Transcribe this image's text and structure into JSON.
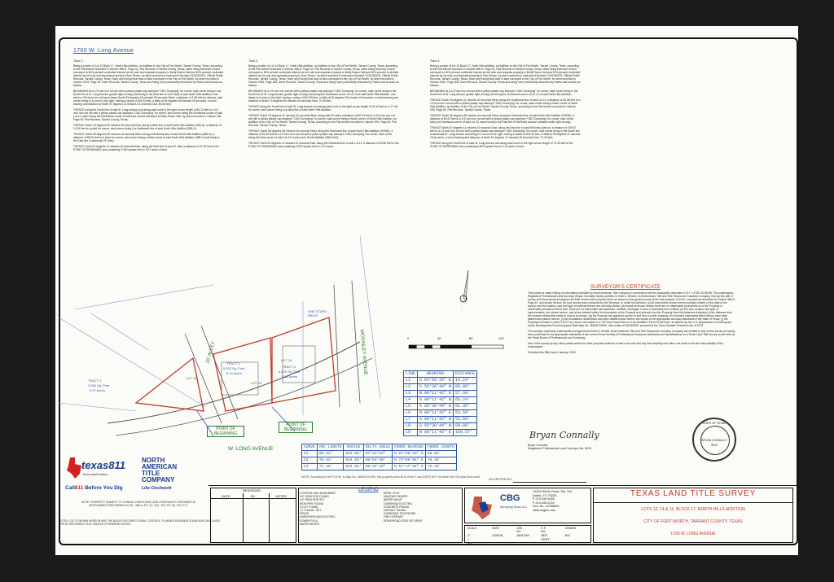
{
  "address_title": "1700 W. Long Avenue",
  "tract1": {
    "heading": "Tract 1:",
    "p1": "Being a portion of Lot 13 Block 17, North Hills Addition, an Addition to the City of Fort Worth, Tarrant County, Texas, according to the Plat thereof recorded in Volume 388-H, Page 42, Plat Records of Tarrant County, Texas, same being that tract of land conveyed to 50% percent undivided interest as her sole and separate property to Betty Rosen Hall and 50% percent undivided interest as his sole and separate property to Sam Rosen, by deed recorded in Instrument Number D215183475, Official Public Records, Tarrant County, Texas. Save and Except that tract of land conveyed to the City of Fort Worth, by deed recorded in Volume 2024, Page 63, Deed Records, Tarrant County, Texas and being more particularly described by metes and bounds as follows:",
    "p2": "BEGINNING at a 1/2 inch iron rod set with a yellow plastic cap stamped \"CBG Surveying\" for corner, said corner being in the South line of W. Long Avenue (public right-of-way) and being in the East line of a 20' alley of said North Hills Addition, from which a 3/4 inch iron rod found bears South 33 degrees 16 minutes 36 seconds West, a distance of 2.38 feet for witness, said corner being in a curve to the right, having a radius of 634.93 feet, a delta of 06 degrees 58 minutes 09 seconds, a chord bearing and distance of North 67 degrees 10 minutes 33 seconds East, 80.08 feet;",
    "p3": "THENCE along the South line of said W. Long Avenue and along said curve to the right an arc length of 80.13 feet to a 1/2 inch iron rod set with a yellow plastic cap stamped \"CBG Surveying\" for corner, said corner being the Northwest corner of said Lot 14, same being the Northwest corner of that tract of land conveyed to Betty Rosen Hall, by deed recorded in Volume 208, Page 60, Plat Records, Tarrant County, Texas;",
    "p4": "THENCE South 03 degrees 50 minutes 35 seconds East, along a West line of said North Hills Addition (388-H), a distance of 14.24 feet to a point for corner, said corner being in a Northwest line of said North Hills Addition (388-H);",
    "p5": "THENCE South 56 degrees 38 minutes 44 seconds West, along a Northwest line of said North Hills Addition (388-H), a distance of 86.00 feet to a point for corner, said corner being a West corner of said North Hills Addition (388-H) and being in the East line of aforesaid 20' alley;",
    "p6": "THENCE North 00 degrees 11 minutes 42 seconds East, along the East line of said 20' alley a distance of 57.39 feet to the POINT OF BEGINNING and containing 2,940 square feet or 0.07 acres of land."
  },
  "tract2": {
    "heading": "Tract 2:",
    "p1": "Being a portion of Lot 14 Block 17, North Hills Addition, an Addition to the City of Fort Worth, Tarrant County, Texas, according to the Plat thereof recorded in Volume 388-H, Page 42, Plat Records of Tarrant County, Texas, same being that tract of land conveyed to 50% percent undivided interest as her sole and separate property to Betty Rosen Hall and 50% percent undivided interest as his sole and separate property to Sam Rosen, by deed recorded in Instrument Number D215183475, Official Public Records, Tarrant County, Texas. Save and Except that tract of land conveyed to the City of Fort Worth, by deed recorded in Volume 2944, Page 608, Deed Records, Tarrant County, Texas and being more particularly described by metes and bounds as follows:",
    "p2": "BEGINNING at a 1/2 inch iron rod set with a yellow plastic cap stamped \"CBG Surveying\" for corner, said corner being in the South line of W. Long Avenue (public right-of-way) and being the Northwest corner of Lot 15 of said North Hills Addition, and being in a curve to the right, having a radius of 634.93 feet, a delta of 06 degrees 53 minutes 49 seconds, a chord bearing and distance of North 73 degrees 56 minutes 05 seconds East, 76.38 feet;",
    "p3": "THENCE along the South line of said W. Long Avenue and along said curve to the right an arc length of 76.43 feet to a \"X\" set for corner, said corner being in a West line of said North Hills Addition;",
    "p4": "THENCE South 00 degrees 11 minutes 42 seconds West, along said 20' alley, a distance of 66.24 feet to a 1/2 inch iron rod set with a yellow plastic cap stamped \"CBG Surveying\" for corner, said corner being a North corner of North Hills Addition, an Addition to the City of Fort Worth, Tarrant County, Texas, according to the Plat thereof recorded in Volume 209, Page 60, Plat Records, Tarrant County, Texas;",
    "p5": "THENCE South 56 degrees 38 minutes 44 seconds West, along the Northwest line of said North Hills Addition (209/60), a distance of 81.36 feet to a 1/2 inch iron rod set with a yellow plastic cap stamped \"CBG Surveying\" for corner, said corner being the East corner of said Lot 13 of said Lane Worth Addition (388-H/42);",
    "p6": "THENCE North 00 degrees 11 minutes 42 seconds East, along the Northeast line of said Lot 13, a distance of 53.58 feet to the POINT OF BEGINNING and containing 5,922 square feet or 0.14 acres."
  },
  "tract3": {
    "heading": "Tract 3:",
    "p1": "Being a portion of Lot 15 Block 17, North Hills Addition, an Addition to the City of Fort Worth, Tarrant County, Texas, according to the Plat thereof recorded in Volume 388-H, Page 42, Plat Records of Tarrant County, Texas, same being that tract of land conveyed to 50% percent undivided interest as her sole and separate property to Betty Rosen Hall and 50% percent undivided interest as his sole and separate property to Sam Rosen, by deed recorded in Instrument Number D215183475, Official Public Records, Tarrant County, Texas. Save and Except that tract of land conveyed to the City of Fort Worth, by deed recorded in Volume 2944, Page 608, Deed Records, Tarrant County, Texas and being more particularly described by metes and bounds as follows:",
    "p2": "BEGINNING at a 1/2 inch iron rod set with a yellow plastic cap stamped \"CBG Surveying\" for corner, said corner being in the South line of W. Long Avenue (public right-of-way) and being the Northwest corner of Lot 14 of said North Hills Addition;",
    "p3": "THENCE South 00 degrees 11 minutes 42 seconds West, along the Southwest line of said Lot 14, a distance of 53.58 feet to a 1/2 inch iron rod set with a yellow plastic cap stamped \"CBG Surveying\" for corner, said corner being a North corner of North Hills Addition, an Addition to the City of Fort Worth, Tarrant County, Texas, according to the Plat thereof recorded in Volume 209, Page 60, Plat Records, Tarrant County, Texas;",
    "p4": "THENCE South 56 degrees 38 minutes 44 seconds West, along the Northwest line of said North Hills Addition (209/60), a distance of 80.00 feet to a 1/2 inch iron rod set with a yellow plastic cap stamped \"CBG Surveying\" for corner, said corner being the Northeast corner of said Lot 15, same being in the East line of McKinley Avenue (variable width right-of-way);",
    "p5": "THENCE North 00 degrees 11 minutes 42 seconds East, along the East line of said McKinley Avenue, a distance of 109.57 feet to a 1/2 inch iron rod set with a yellow plastic cap stamped \"CBG Surveying\" for corner, said corner being in the South line of aforesaid W. Long Avenue and being in a curve to the right, having a radius of 634.93 feet, a delta of 06 degrees 37 minutes 15 seconds, a chord bearing and distance of North 67 degrees 17 minutes 28 seconds East, 72.49 feet;",
    "p6": "THENCE along the South line of said W. Long Avenue and along said curve to the right an arc length of 72.49 feet to the POINT OF BEGINNING and containing 6,820 square feet or 0.16 acres of land."
  },
  "map": {
    "tract1_label": "TRACT 1",
    "tract1_area": "2,940 Sq. Feet",
    "tract1_acres": "0.07 Acres",
    "tract2_label": "TRACT 2",
    "tract2_area": "5,922 Sq. Feet",
    "tract2_acres": "0.14 Acres",
    "tract3_label": "TRACT 3",
    "tract3_area": "6,820 Sq. Feet",
    "tract3_acres": "0.16 Acres",
    "lot13": "LOT 13",
    "lot14": "LOT 14",
    "lot15": "LOT 15",
    "alley": "20' ALLEY",
    "mckinley": "MCKINLEY AVENUE",
    "long_ave": "W. LONG AVENUE",
    "pob1": "POINT OF BEGINNING",
    "pob2": "POINT OF BEGINNING",
    "one_story": "ONE STORY BRICK"
  },
  "scale_bar": {
    "ticks": [
      "0",
      "40",
      "80",
      "120"
    ]
  },
  "bearing_table": {
    "headers": [
      "LINE",
      "BEARING",
      "DISTANCE"
    ],
    "rows": [
      [
        "L1",
        "S 03°50'35\" E",
        "14.24'"
      ],
      [
        "L2",
        "S 56°38'44\" W",
        "86.00'"
      ],
      [
        "L3",
        "N 00°11'42\" E",
        "57.39'"
      ],
      [
        "L4",
        "S 00°11'42\" W",
        "66.24'"
      ],
      [
        "L5",
        "S 56°38'44\" W",
        "81.36'"
      ],
      [
        "L6",
        "N 00°11'42\" E",
        "53.58'"
      ],
      [
        "L7",
        "S 00°11'42\" W",
        "53.58'"
      ],
      [
        "L8",
        "S 56°38'44\" W",
        "80.00'"
      ],
      [
        "L9",
        "N 00°11'42\" E",
        "109.57'"
      ]
    ]
  },
  "curve_table": {
    "headers": [
      "CURVE",
      "ARC LENGTH",
      "RADIUS",
      "DELTA ANGLE",
      "CHORD BEARING",
      "CHORD LENGTH"
    ],
    "rows": [
      [
        "C1",
        "80.13'",
        "634.93'",
        "07°13'53\"",
        "N 67°50'33\" E",
        "80.08'"
      ],
      [
        "C2",
        "76.43'",
        "634.93'",
        "06°53'49\"",
        "N 73°56'05\" E",
        "76.38'"
      ],
      [
        "C3",
        "72.49'",
        "634.93'",
        "06°32'29\"",
        "N 67°17'28\" E",
        "72.49'"
      ]
    ]
  },
  "fema_note": "NOTE: According to the F.I.R.M. in Map No. 48439C0190K, this property does lie in Zone X and DOES NOT lie within the 100 year flood zone.",
  "certificate": {
    "title": "SURVEYOR'S CERTIFICATE",
    "p1": "This survey is made relying on information provided by North American Title Company in connection with the transaction described in G.F. 14782-18-00046. The undersigned Registered Professional Land Surveyor (Bryan Connally) hereby certifies to Keith A. Klewitt, North American Title and Title Resources Guaranty Company, that (a) this plat of survey and the property description set forth hereon were prepared from an actual on-the-ground survey of the real property 1700 W. Long Avenue described in Volume 388-H, Page 42, and shown hereon; (b) such survey was conducted by the Surveyor, or under his direction; (c) all monuments shown hereon actually existed on the date of the survey, and the location, size and type of material thereof are correctly shown; (d) except as shown hereon there are no observable protrusions on to the Property or observable protrusions there from, there are no observable discrepancies, conflicts, shortages in area or boundary line conflicts; (e) the size, location and type of improvements, are shown hereon, and all are located within the boundaries of the Property and setback from the Property lines the distances indicated; (f) the distance from the nearest intersection street or road is as shown; (g) the Property has apparent access to and from a public roadway; (h) recorded easements listed hereon have been labeled and plotted hereon; (i) the boundaries, dimensions and other details shown hereon are shown to the appropriate accuracy standards of the State of Texas; (j) the Property is located in Zone X (N.F.I.A.) and is not located in a 100 Year Flood Plain or in an identified \"Flood Prone Area\" as defined by the U.S. Department of Housing and Urban Development Flood Insurance Rate Map No. 48439C0190K, with a date of 09/25/2009; pursuant to the Flood Disaster Protection Act of 1973.",
    "p2": "The surveyor expressly understands and agrees that Keith A. Klewitt, North American Title and Title Resources Guaranty Company are entitled to rely on this survey as having been performed to the appropriate standards of the current Texas Society of Professional Surveyors Standards and Specifications for a Texas Land Title Survey as set forth by the Texas Board of Professional Land Surveying.",
    "p3": "Use of this survey by any other parties and/or for other purposes shall be at user's own risk and any loss resulting from other use shall not be the responsibility of the undersigned.",
    "executed": "Executed this 28th day of January, 2018.",
    "signature": "Bryan Connally",
    "signer_name": "Bryan Connally",
    "signer_title": "Registered Professional Land Surveyor No. 5513"
  },
  "seal": {
    "top": "STATE OF TEXAS",
    "name": "BRYAN CONNALLY",
    "number": "5513"
  },
  "accepted_by": "ACCEPTED BY:",
  "logos": {
    "texas811": "texas811",
    "texas811_tag": "Know what's below.",
    "call811_a": "Call",
    "call811_b": "811",
    "call811_c": " Before You Dig",
    "nat_line1": "NORTH",
    "nat_line2": "AMERICAN",
    "nat_line3": "TITLE",
    "nat_line4": "COMPANY",
    "nat_tag": "Like Clockwork"
  },
  "notes_block": "NOTE: PROPERTY SUBJECT TO ZONING CONDITIONS, AND COVENANTS CONTAINED IN INSTRUMENTS RECORDED IN VOL. 388-H, PG. 42, VOL. 209, PG. 60, P.R.T.C.T.",
  "notes2": "NOTES: C&T'S SHOWN HEREON ARE THE BASIS FOR DIRECTIONAL CONTROL. PLANNED EASEMENTS AND BUILDING LINES ARE BY RECORDED PLAT UNLESS OTHERWISE NOTED.",
  "revisions": {
    "title": "REVISIONS",
    "headers": [
      "DATE",
      "BY",
      "NOTES"
    ]
  },
  "legend": {
    "title": "LEGEND",
    "items": [
      "CONTROLLING MONUMENT",
      "1/2\" IRON ROD FOUND",
      "1/2\" IRON ROD SET",
      "IRON PIPE FOUND",
      "X-CUT FOUND",
      "\"X\" FOUND / SET",
      "FENCE",
      "UNDERGROUND ELECTRIC",
      "POWER POLE",
      "WATER METER",
      "DEED / PLAT",
      "SANITARY SEWER",
      "WATER VALVE",
      "OVERHEAD ELECTRIC",
      "CONCRETE PAVING",
      "ASPHALT PAVING",
      "OVERHEAD TELEPHONE",
      "FIRE HYDRANT",
      "DRIVE/ROAD EDGE OF DRIVE"
    ]
  },
  "company": {
    "name": "CBG",
    "sub": "Surveying Texas LLC",
    "addr1": "12025 Shiloh Road, Ste. 240",
    "addr2": "Dallas, TX 75228",
    "addr3": "P 214.349.9485",
    "addr4": "F 214.349.2216",
    "addr5": "Firm No. 10168800",
    "addr6": "www.cbginc.com"
  },
  "title_block": {
    "main": "TEXAS LAND TITLE SURVEY",
    "line1": "LOTS 12, 14 & 15, BLOCK 17, NORTH HILLS ADDITION",
    "line2": "CITY OF FORT WORTH, TARRANT COUNTY, TEXAS",
    "line3": "1700 W. LONG AVENUE"
  },
  "info_row": {
    "labels": [
      "SCALE",
      "DATE",
      "JOB NO.",
      "G.F. NO.",
      "DRAWN"
    ],
    "values": [
      "1\" = 40'",
      "1/28/18",
      "1801039",
      "SEE CERT.",
      "BG"
    ]
  }
}
